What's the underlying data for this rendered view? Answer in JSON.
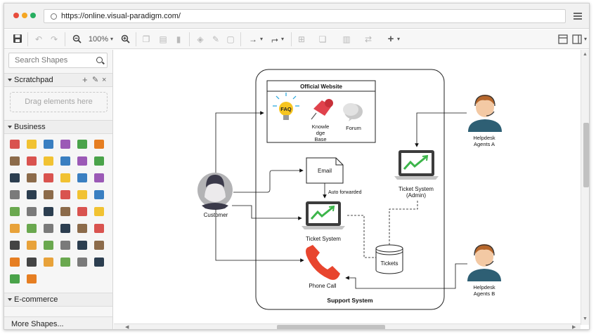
{
  "browser": {
    "url": "https://online.visual-paradigm.com/",
    "dots": [
      "#e74c3c",
      "#f5a623",
      "#27ae60"
    ]
  },
  "toolbar": {
    "zoom": "100%",
    "icons": [
      "save-icon",
      "undo-icon",
      "redo-icon",
      "zoom-out-icon",
      "zoom-in-icon",
      "copy-icon",
      "paste-icon",
      "delete-icon",
      "fill-color-icon",
      "line-color-icon",
      "shadow-icon",
      "connector-style-icon",
      "waypoint-style-icon",
      "align-icon",
      "arrange-icon",
      "distribute-icon",
      "layout-icon",
      "insert-icon",
      "format-panel-icon",
      "outline-panel-icon"
    ]
  },
  "sidebar": {
    "search_placeholder": "Search Shapes",
    "scratchpad_label": "Scratchpad",
    "drag_text": "Drag elements here",
    "business_label": "Business",
    "ecommerce_label": "E-commerce",
    "more_shapes_label": "More Shapes..."
  },
  "diagram": {
    "support_system_label": "Support System",
    "official_website_label": "Official Website",
    "faq_label": "FAQ",
    "knowledge_base_label_1": "Knowle",
    "knowledge_base_label_2": "dge",
    "knowledge_base_label_3": "Base",
    "forum_label": "Forum",
    "customer_label": "Customer",
    "email_label": "Email",
    "auto_forwarded_label": "Auto forwarded",
    "ticket_system_label": "Ticket System",
    "ticket_system_admin_label_1": "Ticket System",
    "ticket_system_admin_label_2": "(Admin)",
    "tickets_label": "Tickets",
    "phone_call_label": "Phone Call",
    "helpdesk_a_label_1": "Helpdesk",
    "helpdesk_a_label_2": "Agents A",
    "helpdesk_b_label_1": "Helpdesk",
    "helpdesk_b_label_2": "Agents B"
  }
}
